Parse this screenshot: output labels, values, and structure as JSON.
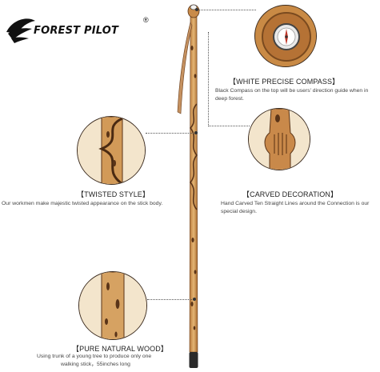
{
  "brand": {
    "name": "FOREST PILOT",
    "reg": "®"
  },
  "features": {
    "compass": {
      "title": "【WHITE PRECISE COMPASS】",
      "desc": "Black Compass on the top will be users' direction guide when in deep forest."
    },
    "carved": {
      "title": "【CARVED DECORATION】",
      "desc": "Hand Carved Ten Straight Lines around the Connection is our special design."
    },
    "twisted": {
      "title": "【TWISTED STYLE】",
      "desc": "Our workmen make majestic twisted appearance on the stick body."
    },
    "natural": {
      "title": "【PURE NATURAL WOOD】",
      "desc_line1": "Using trunk of a young tree to produce only one",
      "desc_line2": "walking stick，55inches long"
    }
  },
  "colors": {
    "wood": "#d9a35f",
    "wood_dark": "#5a3418",
    "accent": "#222222"
  }
}
